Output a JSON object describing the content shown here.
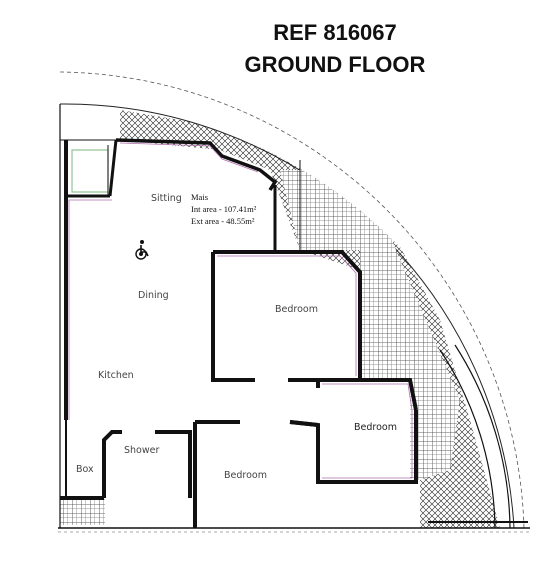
{
  "header": {
    "ref": "REF 816067",
    "floor": "GROUND FLOOR"
  },
  "info": {
    "name": "Mais",
    "int_area": "Int area - 107.41m²",
    "ext_area": "Ext area - 48.55m²"
  },
  "rooms": {
    "sitting": "Sitting",
    "dining": "Dining",
    "kitchen": "Kitchen",
    "bedroom_1": "Bedroom",
    "bedroom_2": "Bedroom",
    "bedroom_3": "Bedroom",
    "shower": "Shower",
    "box": "Box"
  },
  "icons": {
    "accessibility": "wheelchair-icon"
  },
  "colors": {
    "wall": "#111111",
    "inner_line": "#b06fb0",
    "hatch": "#222222",
    "window": "#8fc28f"
  }
}
